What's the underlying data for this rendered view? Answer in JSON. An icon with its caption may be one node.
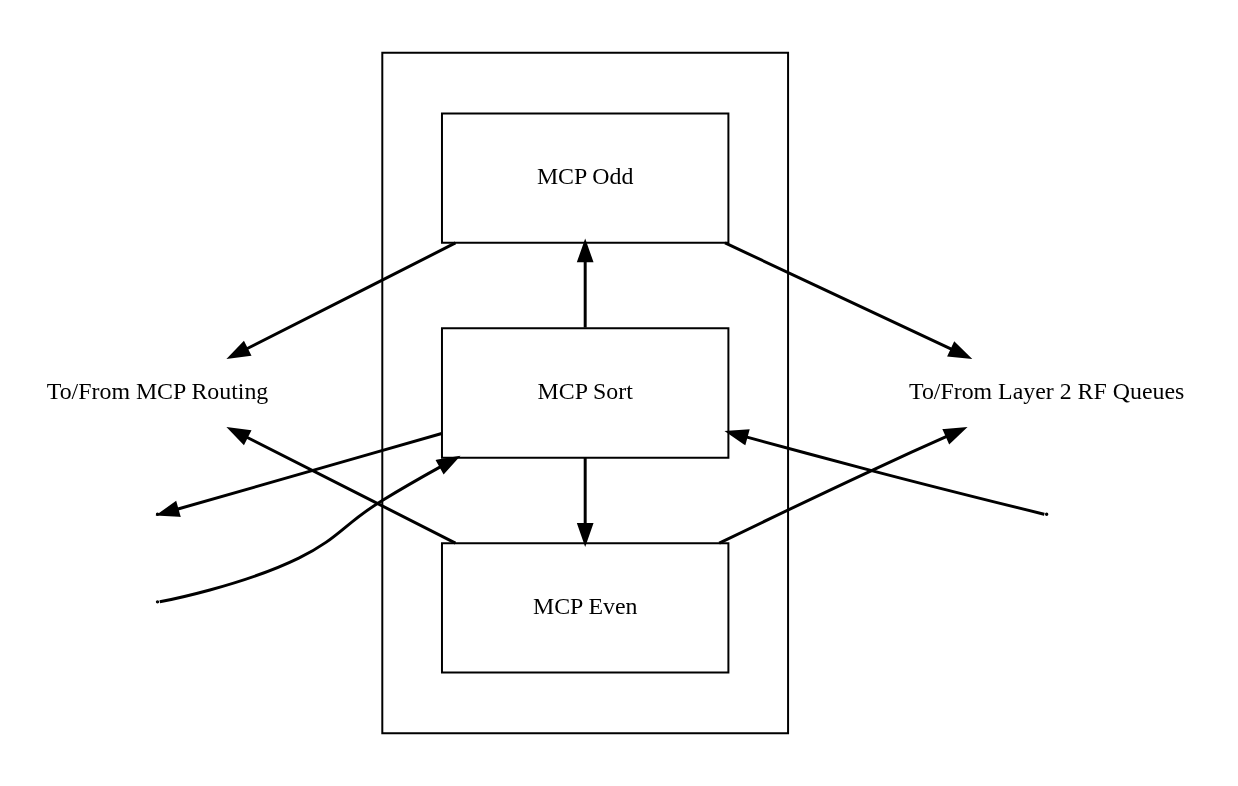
{
  "diagram": {
    "nodes": [
      {
        "text": [],
        "shape": "box"
      },
      {
        "text": [
          "MCP Odd"
        ],
        "in": 0
      },
      {
        "text": [
          "MCP Sort"
        ],
        "in": 0
      },
      {
        "text": [
          "MCP Even"
        ],
        "in": 0
      },
      {
        "text": [
          "To/From MCP Routing"
        ]
      },
      {
        "text": [
          "To/From Layer 2 RF Queues"
        ]
      }
    ],
    "edges": [
      {
        "from": 1,
        "to": 4,
        "arrow": "to"
      },
      {
        "from": 3,
        "to": 4,
        "arrow": "to"
      },
      {
        "from": 1,
        "to": 5,
        "arrow": "to"
      },
      {
        "from": 3,
        "to": 5,
        "arrow": "to"
      },
      {
        "from": 2,
        "to": 1,
        "arrow": "to"
      },
      {
        "from": null,
        "to": 2,
        "arrow": "to"
      },
      {
        "from": null,
        "to": 2,
        "arrow": "to"
      },
      {
        "from": 2,
        "to": null,
        "arrow": "to"
      },
      {
        "from": 2,
        "to": 3,
        "arrow": "to"
      }
    ]
  }
}
